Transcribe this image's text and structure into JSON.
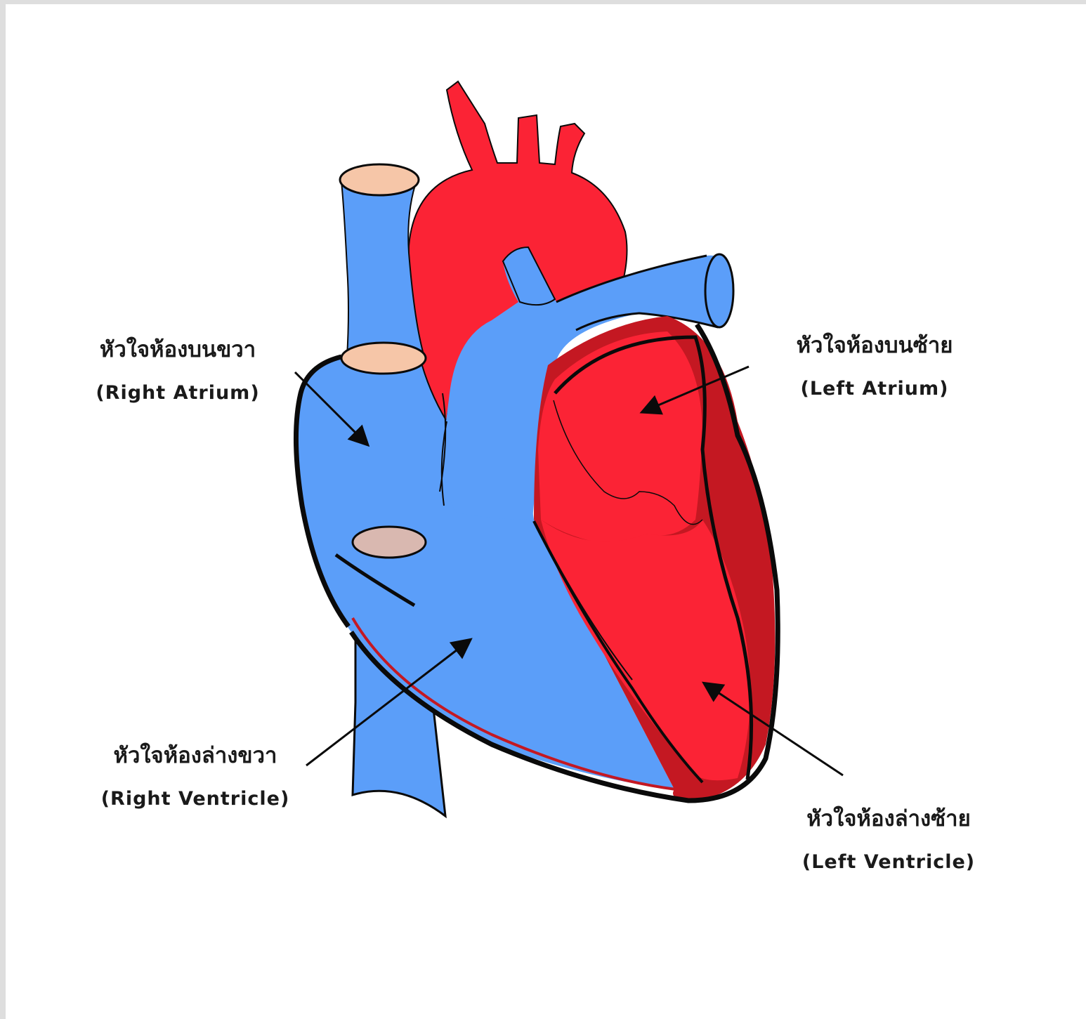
{
  "labels": {
    "right_atrium": {
      "thai": "หัวใจห้องบนขวา",
      "english": "(Right Atrium)"
    },
    "left_atrium": {
      "thai": "หัวใจห้องบนซ้าย",
      "english": "(Left Atrium)"
    },
    "right_ventricle": {
      "thai": "หัวใจห้องล่างขวา",
      "english": "(Right Ventricle)"
    },
    "left_ventricle": {
      "thai": "หัวใจห้องล่างซ้าย",
      "english": "(Left Ventricle)"
    }
  },
  "colors": {
    "oxygen_poor": "#5b9ef9",
    "oxygen_rich": "#fb2335",
    "heart_wall": "#c41822",
    "vessel_opening": "#f6c6a8",
    "outline": "#0a0a0a"
  }
}
